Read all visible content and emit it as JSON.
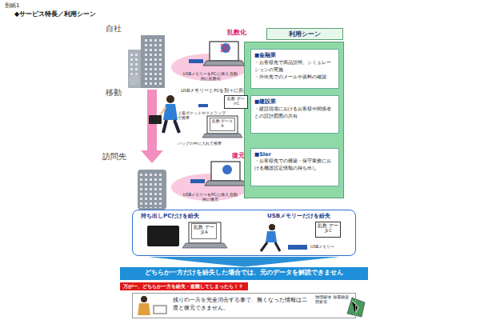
{
  "diagram": {
    "nodes": [
      {
        "text": [
          "利用シーン"
        ]
      },
      {
        "text": [
          "■金融業",
          "・お客様先で商品説明、シミュレーションの実施",
          "・外出先でのメールや資料の確認"
        ],
        "in": 0
      },
      {
        "text": [
          "■建設業",
          "・建設現場におけるお客様や関係者との設計図面の共有"
        ],
        "in": 0
      },
      {
        "text": [
          "■SIer",
          "・お客様先での構築・保守業務における機器設定情報の持ち出し"
        ],
        "in": 0
      },
      {
        "text": [
          "乱数 データC"
        ]
      },
      {
        "text": [
          "乱数 データA"
        ]
      },
      {
        "text": [
          "持ち出しPCだけを紛失",
          "USBメモリーだけを紛失"
        ]
      },
      {
        "text": [
          "乱数 データA"
        ],
        "in": 6
      },
      {
        "text": [
          "乱数 データC"
        ],
        "in": 6
      },
      {
        "text": [
          "どちらか一方だけを紛失した場合では、元のデータを解読できません"
        ]
      },
      {
        "text": [
          "万が一、どちらか一方を紛失・盗難してしまったら！？"
        ]
      },
      {
        "text": [
          "残りの一方を完全消去する事で、無くなった情報は二度と復元できません。"
        ]
      }
    ],
    "edges": [
      {
        "from": 6,
        "to": 9,
        "arrow": "to"
      }
    ],
    "labels": [
      "別紙1",
      "◆サービス特長／利用シーン",
      "自社",
      "移動",
      "訪問先",
      "乱数化",
      "USBメモリーをPCに挿入 自動的に乱数化",
      "USBメモリーとPCを別々に所持",
      "上着ポケットやストラップで携帯",
      "バッグの中に入れて携帯",
      "復元",
      "USBメモリーをPCに挿入 自動的に復元",
      "USBメモリー",
      "物理破壊 強電磁波照射等"
    ]
  }
}
